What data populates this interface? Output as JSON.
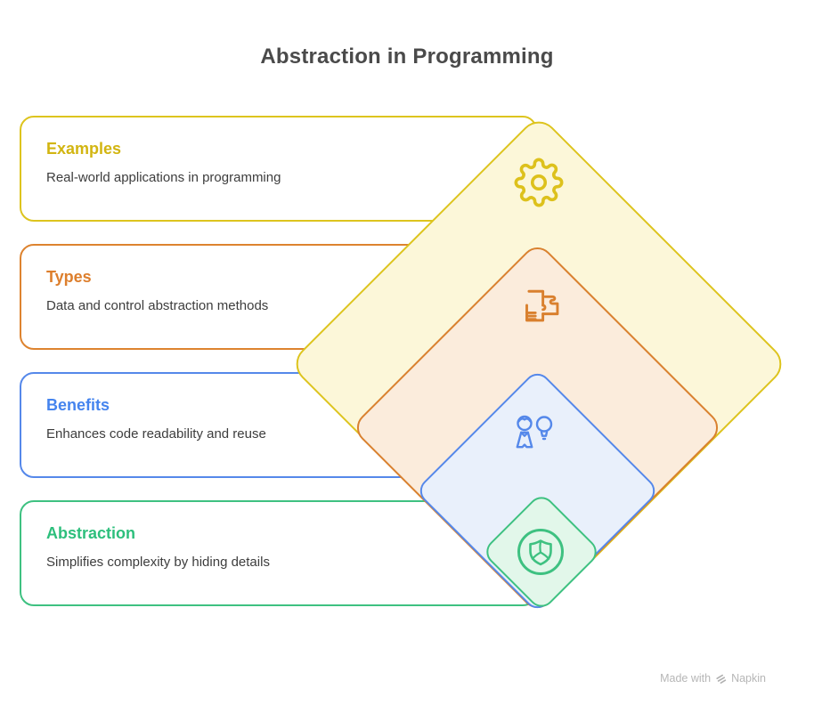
{
  "title": "Abstraction in Programming",
  "cards": [
    {
      "heading": "Examples",
      "body": "Real-world applications in programming",
      "accent_color": "#d2b511",
      "border_color": "#ddc41e"
    },
    {
      "heading": "Types",
      "body": "Data and control abstraction methods",
      "accent_color": "#dd7f2d",
      "border_color": "#dd832f"
    },
    {
      "heading": "Benefits",
      "body": "Enhances code readability and reuse",
      "accent_color": "#4584ee",
      "border_color": "#5588ea"
    },
    {
      "heading": "Abstraction",
      "body": "Simplifies complexity by hiding details",
      "accent_color": "#2dbf7c",
      "border_color": "#3ec181"
    }
  ],
  "diamonds": [
    {
      "level": "examples",
      "icon": "gear-icon",
      "fill": "#fcf7d9",
      "stroke": "#ddc41e"
    },
    {
      "level": "types",
      "icon": "puzzle-icon",
      "fill": "#fbecdc",
      "stroke": "#d9812f"
    },
    {
      "level": "benefits",
      "icon": "person-idea-icon",
      "fill": "#e9f0fb",
      "stroke": "#5588ea"
    },
    {
      "level": "abstraction",
      "icon": "shield-icon",
      "fill": "#e2f7ea",
      "stroke": "#3ec181"
    }
  ],
  "watermark": {
    "prefix": "Made with",
    "brand": "Napkin"
  },
  "title_color": "#4a4a4a",
  "body_text_color": "#3d3d3d",
  "background_color": "#ffffff"
}
